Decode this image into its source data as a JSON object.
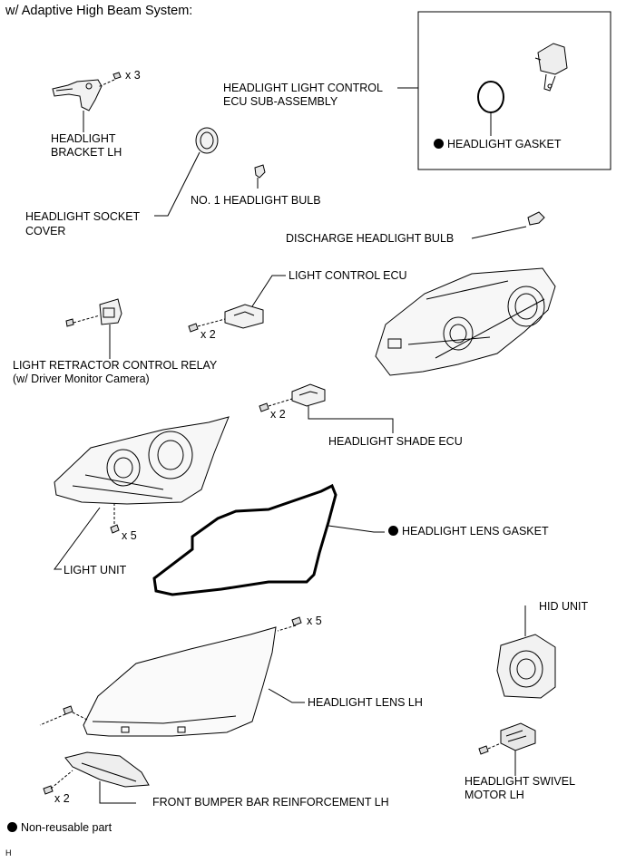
{
  "header": {
    "title": "w/ Adaptive High Beam System:"
  },
  "labels": {
    "bracket_line1": "HEADLIGHT",
    "bracket_line2": "BRACKET LH",
    "bracket_qty": "x 3",
    "ecu_subassy_line1": "HEADLIGHT LIGHT CONTROL",
    "ecu_subassy_line2": "ECU SUB-ASSEMBLY",
    "headlight_gasket": "HEADLIGHT GASKET",
    "no1_bulb": "NO. 1 HEADLIGHT BULB",
    "socket_cover_line1": "HEADLIGHT SOCKET",
    "socket_cover_line2": "COVER",
    "discharge_bulb": "DISCHARGE HEADLIGHT BULB",
    "light_control_ecu": "LIGHT CONTROL ECU",
    "light_control_ecu_qty": "x 2",
    "retractor_relay_line1": "LIGHT RETRACTOR CONTROL RELAY",
    "retractor_relay_line2": "(w/ Driver Monitor Camera)",
    "shade_ecu_qty": "x 2",
    "shade_ecu": "HEADLIGHT SHADE ECU",
    "light_unit_qty": "x 5",
    "lens_gasket": "HEADLIGHT LENS GASKET",
    "light_unit": "LIGHT UNIT",
    "lens_qty": "x 5",
    "hid_unit": "HID UNIT",
    "lens_lh": "HEADLIGHT LENS LH",
    "swivel_motor_line1": "HEADLIGHT SWIVEL",
    "swivel_motor_line2": "MOTOR LH",
    "bumper_qty": "x 2",
    "bumper_reinforcement": "FRONT BUMPER BAR REINFORCEMENT LH"
  },
  "legend": {
    "text": "Non-reusable part"
  },
  "footer_code": "H"
}
